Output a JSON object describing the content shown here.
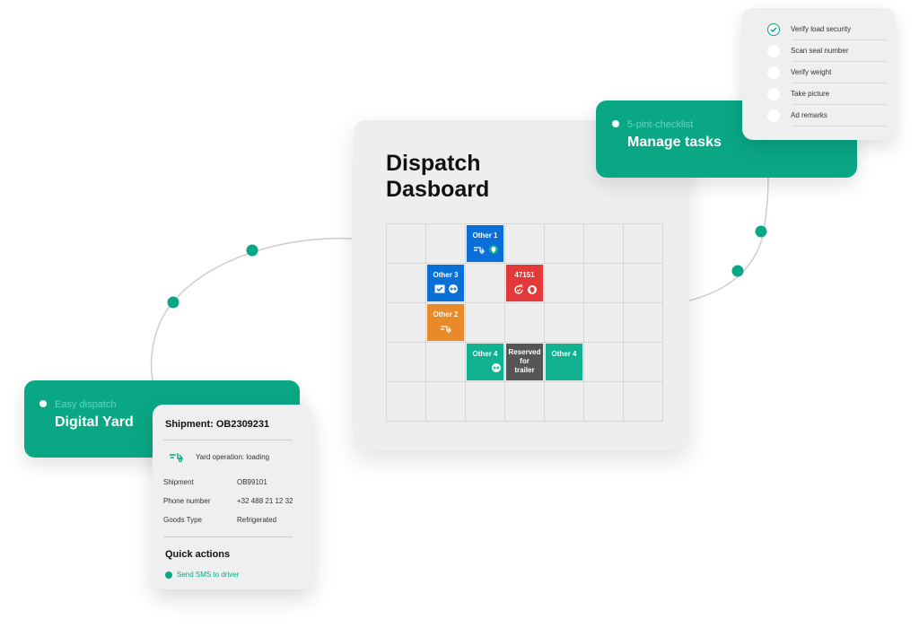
{
  "colors": {
    "accent": "#0aa785",
    "tile_blue": "#0b6fd8",
    "tile_red": "#e23a3a",
    "tile_orange": "#e8892a",
    "tile_green": "#10b292",
    "tile_gray": "#555555"
  },
  "dashboard": {
    "title": "Dispatch\nDasboard",
    "tiles": [
      {
        "label": "Other 1",
        "icons": [
          "truck-icon",
          "pin-icon"
        ]
      },
      {
        "label": "Other 3",
        "icons": [
          "check-icon",
          "swap-icon"
        ]
      },
      {
        "label": "47151",
        "icons": [
          "refresh-icon",
          "pin-icon"
        ]
      },
      {
        "label": "Other 2",
        "icons": [
          "truck-icon"
        ]
      },
      {
        "label": "Other 4",
        "icons": [
          "swap-icon"
        ]
      },
      {
        "label": "Reserved\nfor\ntrailer",
        "icons": []
      },
      {
        "label": "Other 4",
        "icons": []
      }
    ]
  },
  "tasks_card": {
    "subtitle": "5-pint-checklist",
    "title": "Manage tasks"
  },
  "checklist": {
    "items": [
      {
        "label": "Verify load security",
        "checked": true
      },
      {
        "label": "Scan seal number",
        "checked": false
      },
      {
        "label": "Verify weight",
        "checked": false
      },
      {
        "label": "Take picture",
        "checked": false
      },
      {
        "label": "Ad remarks",
        "checked": false
      }
    ]
  },
  "yard_card": {
    "subtitle": "Easy dispatch",
    "title": "Digital Yard"
  },
  "shipment": {
    "title": "Shipment: OB2309231",
    "operation": "Yard operation: loading",
    "rows": [
      {
        "key": "Shipment",
        "value": "OB99101"
      },
      {
        "key": "Phone number",
        "value": "+32 488 21 12 32"
      },
      {
        "key": "Goods Type",
        "value": "Refrigerated"
      }
    ],
    "quick_actions_title": "Quick actions",
    "action_label": "Send SMS to driver"
  }
}
